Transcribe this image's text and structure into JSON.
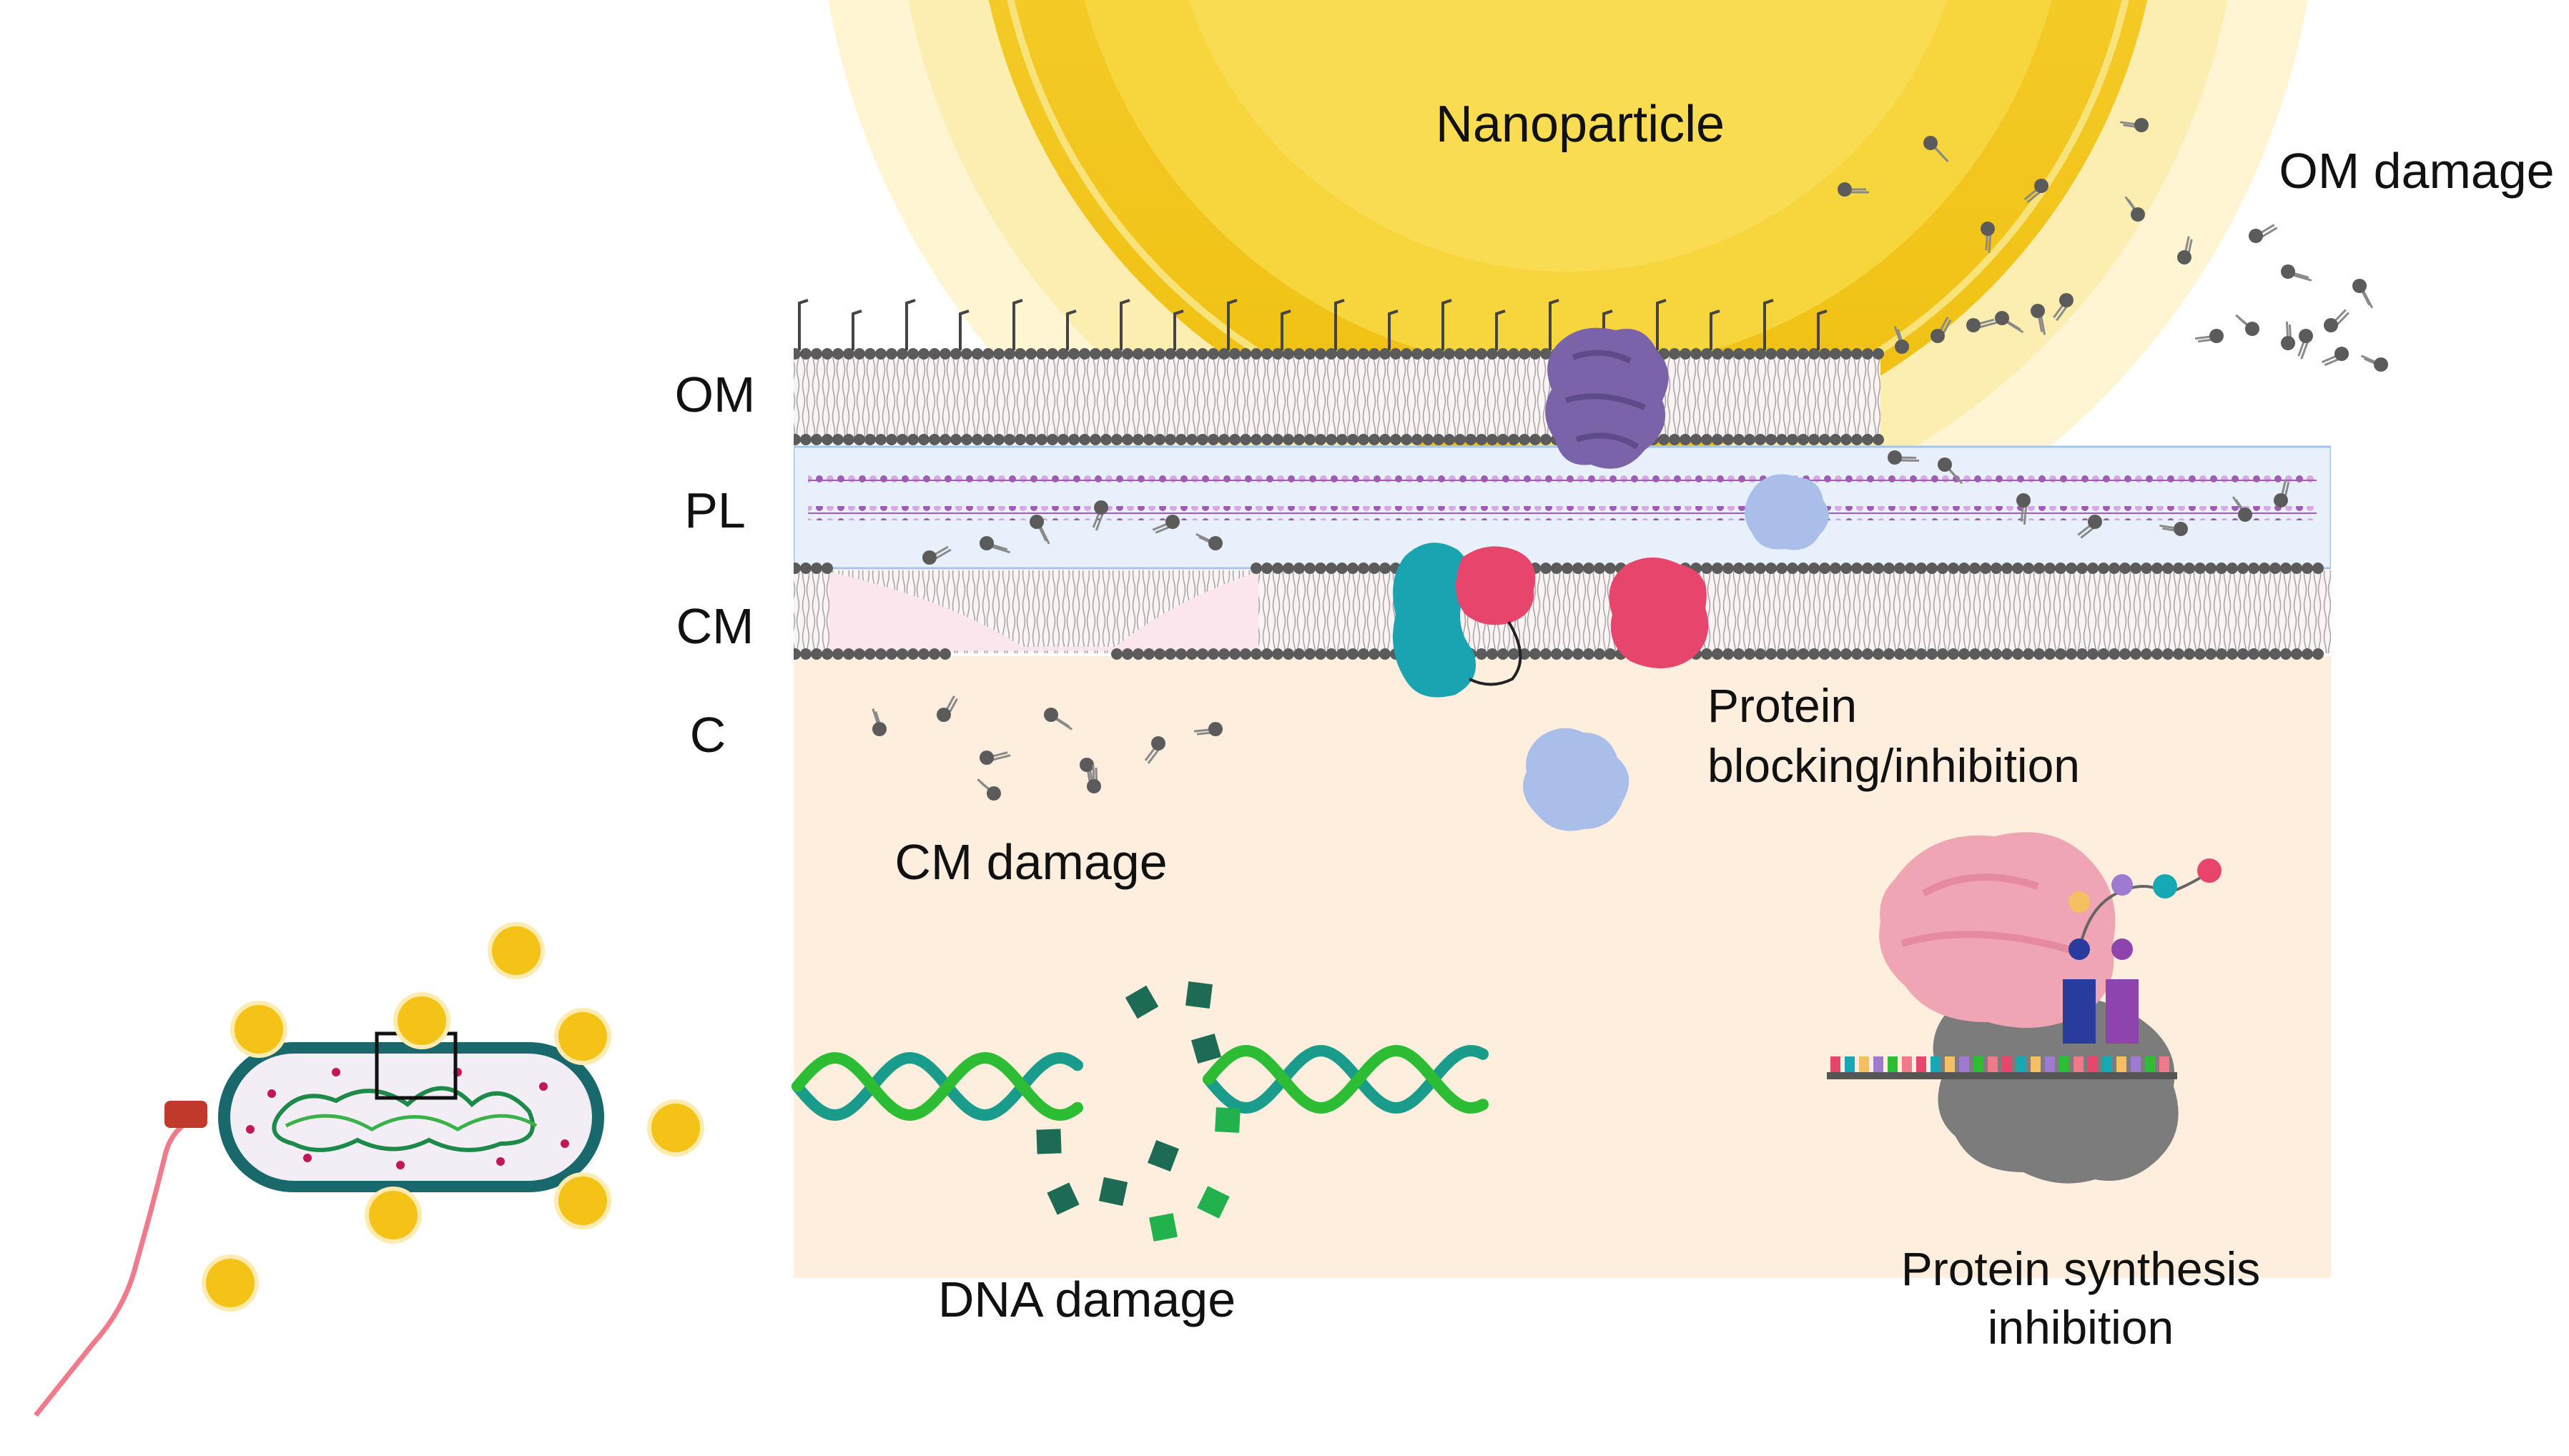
{
  "labels": {
    "nanoparticle": "Nanoparticle",
    "om_damage": "OM damage",
    "om": "OM",
    "pl": "PL",
    "cm": "CM",
    "c": "C",
    "cm_damage": "CM damage",
    "protein_blocking_line1": "Protein",
    "protein_blocking_line2": "blocking/inhibition",
    "dna_damage": "DNA damage",
    "protein_synthesis_line1": "Protein synthesis",
    "protein_synthesis_line2": "inhibition"
  },
  "colors": {
    "nanoparticle_gold": "#f2cc1e",
    "nanoparticle_halo": "#fbeeb0",
    "lipid_head": "#5b5b5b",
    "peptidoglycan": "#9b59b6",
    "periplasm_bg": "#e8f0fb",
    "cytoplasm_bg": "#fdeedd",
    "cm_damage_pink": "#fbe6ee",
    "dna_teal": "#1a9c8c",
    "dna_green": "#2dbd35",
    "fragment_dark": "#1d6b55",
    "fragment_green": "#22b14c",
    "porin_purple": "#7a63a8",
    "protein_teal": "#1aa3b0",
    "protein_pink": "#e8456d",
    "protein_blue": "#9fb7e6",
    "ribosome_pink": "#f0a5b5",
    "ribosome_grey": "#7c7c7c",
    "bacterium_wall": "#19686b",
    "flagellum": "#f07a8a",
    "np_dot": "#f5c218"
  },
  "icons": {
    "nanoparticle": "gold-sphere",
    "porin": "purple-porin-protein",
    "ribosome": "ribosome-with-trna",
    "bacterium": "rod-bacterium-with-flagellum"
  }
}
